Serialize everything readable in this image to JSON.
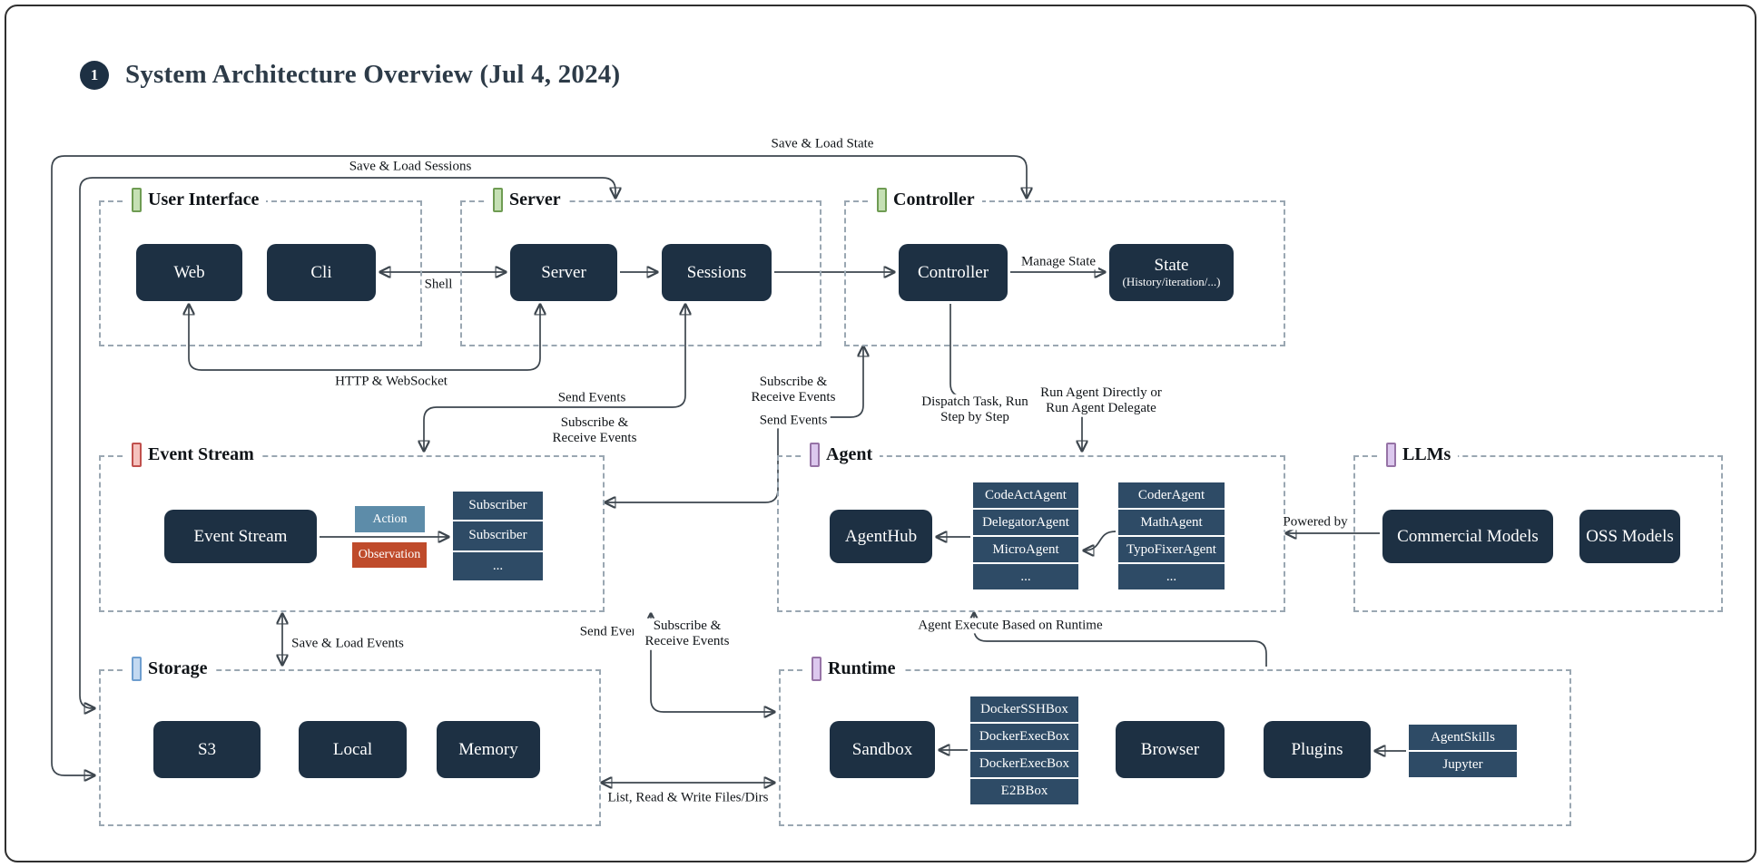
{
  "title": {
    "badge": "1",
    "text": "System Architecture Overview (Jul 4, 2024)"
  },
  "groups": {
    "ui": {
      "label": "User Interface"
    },
    "server": {
      "label": "Server"
    },
    "controller": {
      "label": "Controller"
    },
    "event_stream": {
      "label": "Event Stream"
    },
    "agent": {
      "label": "Agent"
    },
    "llms": {
      "label": "LLMs"
    },
    "storage": {
      "label": "Storage"
    },
    "runtime": {
      "label": "Runtime"
    }
  },
  "nodes": {
    "web": "Web",
    "cli": "Cli",
    "server": "Server",
    "sessions": "Sessions",
    "controller": "Controller",
    "state_title": "State",
    "state_sub": "(History/iteration/...)",
    "event_stream": "Event Stream",
    "action": "Action",
    "observation": "Observation",
    "subscribers": [
      "Subscriber",
      "Subscriber",
      "..."
    ],
    "agenthub": "AgentHub",
    "agent_stack_a": [
      "CodeActAgent",
      "DelegatorAgent",
      "MicroAgent",
      "..."
    ],
    "agent_stack_b": [
      "CoderAgent",
      "MathAgent",
      "TypoFixerAgent",
      "..."
    ],
    "commercial_models": "Commercial Models",
    "oss_models": "OSS Models",
    "s3": "S3",
    "local": "Local",
    "memory": "Memory",
    "sandbox": "Sandbox",
    "sandbox_stack": [
      "DockerSSHBox",
      "DockerExecBox",
      "DockerExecBox",
      "E2BBox"
    ],
    "browser": "Browser",
    "plugins": "Plugins",
    "plugin_stack": [
      "AgentSkills",
      "Jupyter"
    ]
  },
  "edge_labels": {
    "save_load_state": "Save & Load State",
    "save_load_sessions": "Save & Load Sessions",
    "shell": "Shell",
    "http_websocket": "HTTP & WebSocket",
    "manage_state": "Manage State",
    "send_events_1": "Send Events",
    "sub_recv_1": "Subscribe & Receive Events",
    "sub_recv_2": "Subscribe & Receive Events",
    "send_events_2": "Send Events",
    "dispatch_task": "Dispatch Task, Run Step by Step",
    "run_agent": "Run Agent Directly or Run Agent Delegate",
    "powered_by": "Powered by",
    "save_load_events": "Save & Load Events",
    "send_events_3": "Send Events",
    "sub_recv_3": "Subscribe & Receive Events",
    "agent_execute": "Agent Execute Based on Runtime",
    "list_read_write": "List, Read & Write Files/Dirs"
  },
  "colors": {
    "node_bg": "#1d3043",
    "cell_bg": "#2e4b66",
    "action": "#5d8ca9",
    "observation": "#bf4b2b",
    "tab_green": "#c5e0b4",
    "tab_red": "#f5c1bd",
    "tab_blue": "#c3d9f1",
    "tab_purple": "#dcc8ee",
    "dashed_border": "#9aa7b2",
    "edge": "#3d464e"
  }
}
